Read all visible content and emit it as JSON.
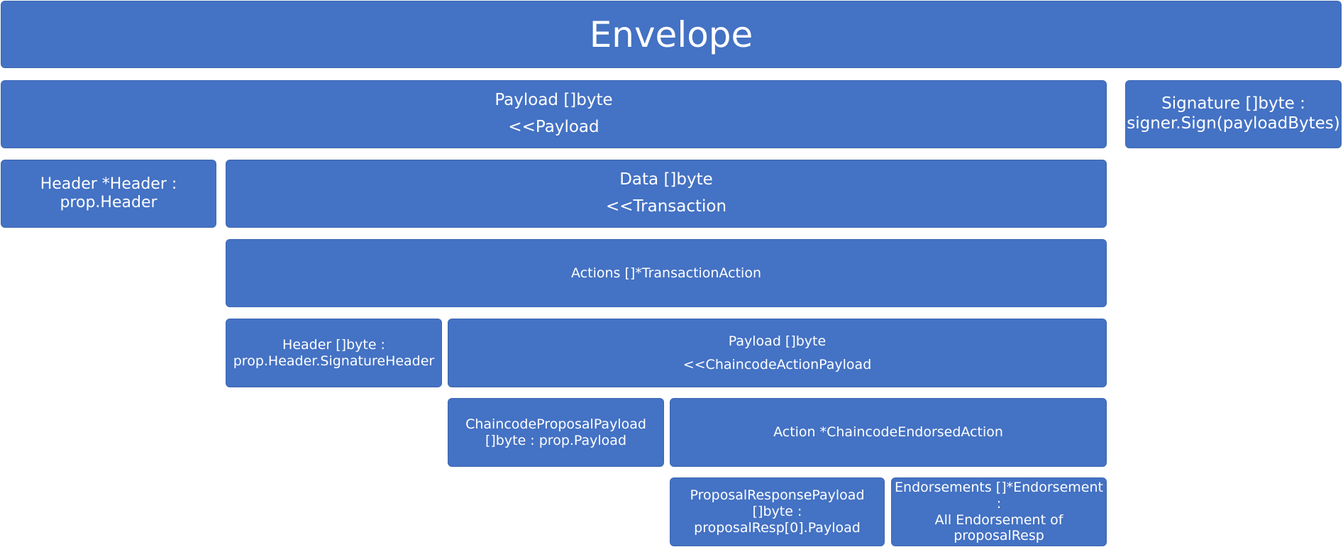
{
  "diagram": {
    "envelope": {
      "title": "Envelope"
    },
    "payload": {
      "line1": "Payload []byte",
      "line2": "<<Payload"
    },
    "signature": {
      "line1": "Signature []byte :",
      "line2": "signer.Sign(payloadBytes)"
    },
    "header": {
      "line1": "Header *Header :",
      "line2": "prop.Header"
    },
    "data": {
      "line1": "Data []byte",
      "line2": "<<Transaction"
    },
    "actions": {
      "line1": "Actions []*TransactionAction"
    },
    "header_bytes": {
      "line1": "Header []byte  :",
      "line2": "prop.Header.SignatureHeader"
    },
    "chaincode_action_payload": {
      "line1": "Payload []byte",
      "line2": "<<ChaincodeActionPayload"
    },
    "chaincode_proposal_payload": {
      "line1": "ChaincodeProposalPayload",
      "line2": "[]byte : prop.Payload"
    },
    "action": {
      "line1": "Action *ChaincodeEndorsedAction"
    },
    "proposal_response_payload": {
      "line1": "ProposalResponsePayload []byte :",
      "line2": "proposalResp[0].Payload"
    },
    "endorsements": {
      "line1": "Endorsements []*Endorsement :",
      "line2": "All Endorsement of proposalResp"
    },
    "colors": {
      "box_fill": "#4472c4",
      "box_border": "#3d66b0",
      "text": "#ffffff"
    }
  }
}
